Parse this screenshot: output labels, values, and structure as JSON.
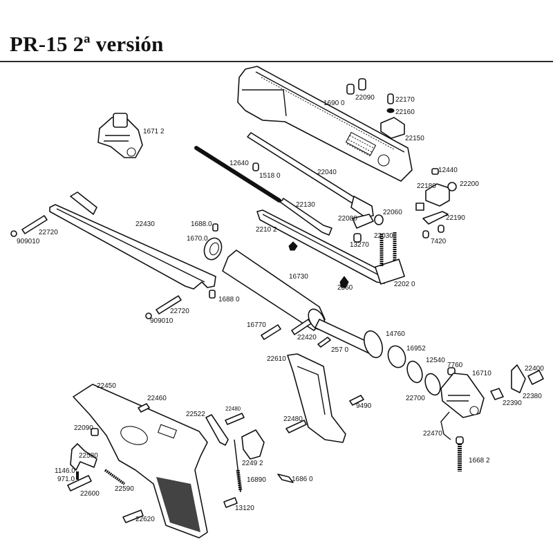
{
  "header": {
    "title": "PR-15 2ª versión"
  },
  "parts": [
    {
      "id": "p16900",
      "label": "1690 0"
    },
    {
      "id": "p22090a",
      "label": "22090"
    },
    {
      "id": "p22170",
      "label": "22170"
    },
    {
      "id": "p22160",
      "label": "22160"
    },
    {
      "id": "p22150",
      "label": "22150"
    },
    {
      "id": "p16712",
      "label": "1671 2"
    },
    {
      "id": "p12640",
      "label": "12640"
    },
    {
      "id": "p15180",
      "label": "1518 0"
    },
    {
      "id": "p22040",
      "label": "22040"
    },
    {
      "id": "p12440",
      "label": "12440"
    },
    {
      "id": "p22180",
      "label": "22180"
    },
    {
      "id": "p22200",
      "label": "22200"
    },
    {
      "id": "p22130",
      "label": "22130"
    },
    {
      "id": "p22060",
      "label": "22060"
    },
    {
      "id": "p22080",
      "label": "22080"
    },
    {
      "id": "p22190",
      "label": "22190"
    },
    {
      "id": "p22430",
      "label": "22430"
    },
    {
      "id": "p22720a",
      "label": "22720"
    },
    {
      "id": "p909010a",
      "label": "909010"
    },
    {
      "id": "p16880a",
      "label": "1688.0"
    },
    {
      "id": "p16700",
      "label": "1670.0"
    },
    {
      "id": "p22102",
      "label": "2210 2"
    },
    {
      "id": "p13270",
      "label": "13270"
    },
    {
      "id": "p22030",
      "label": "22030"
    },
    {
      "id": "p7420",
      "label": "7420"
    },
    {
      "id": "p16730",
      "label": "16730"
    },
    {
      "id": "p2560",
      "label": "2560"
    },
    {
      "id": "p22020",
      "label": "2202 0"
    },
    {
      "id": "p16880b",
      "label": "1688 0"
    },
    {
      "id": "p22720b",
      "label": "22720"
    },
    {
      "id": "p909010b",
      "label": "909010"
    },
    {
      "id": "p16770",
      "label": "16770"
    },
    {
      "id": "p22420",
      "label": "22420"
    },
    {
      "id": "p2570",
      "label": "257 0"
    },
    {
      "id": "p14760",
      "label": "14760"
    },
    {
      "id": "p16952",
      "label": "16952"
    },
    {
      "id": "p22610",
      "label": "22610"
    },
    {
      "id": "p12540",
      "label": "12540"
    },
    {
      "id": "p7760",
      "label": "7760"
    },
    {
      "id": "p16710",
      "label": "16710"
    },
    {
      "id": "p22400",
      "label": "22400"
    },
    {
      "id": "p22380",
      "label": "22380"
    },
    {
      "id": "p22390",
      "label": "22390"
    },
    {
      "id": "p22700",
      "label": "22700"
    },
    {
      "id": "p22450",
      "label": "22450"
    },
    {
      "id": "p22460",
      "label": "22460"
    },
    {
      "id": "p9490",
      "label": "9490"
    },
    {
      "id": "p22470",
      "label": "22470"
    },
    {
      "id": "p22480a",
      "label": "22480"
    },
    {
      "id": "p22522",
      "label": "22522"
    },
    {
      "id": "p22480b",
      "label": "22480"
    },
    {
      "id": "p22090b",
      "label": "22090"
    },
    {
      "id": "p22580",
      "label": "22580"
    },
    {
      "id": "p22492",
      "label": "2249 2"
    },
    {
      "id": "p16682",
      "label": "1668 2"
    },
    {
      "id": "p11460",
      "label": "1146.0"
    },
    {
      "id": "p9710",
      "label": "971.0"
    },
    {
      "id": "p22590",
      "label": "22590"
    },
    {
      "id": "p16890",
      "label": "16890"
    },
    {
      "id": "p16860",
      "label": "1686 0"
    },
    {
      "id": "p22600",
      "label": "22600"
    },
    {
      "id": "p13120",
      "label": "13120"
    },
    {
      "id": "p22620",
      "label": "22620"
    }
  ]
}
